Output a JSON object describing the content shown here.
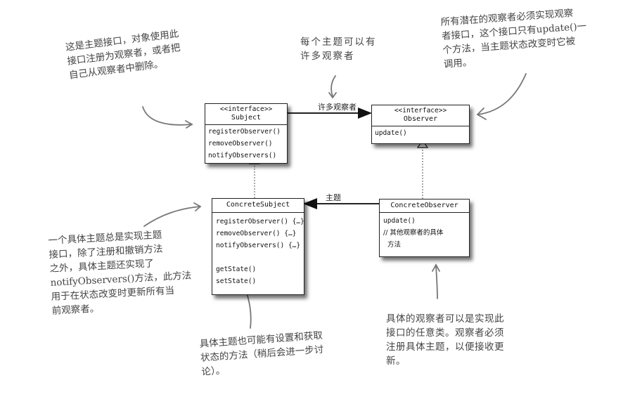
{
  "classes": {
    "subject": {
      "stereotype": "<<interface>>",
      "name": "Subject",
      "methods": [
        "registerObserver()",
        "removeObserver()",
        "notifyObservers()"
      ]
    },
    "observer": {
      "stereotype": "<<interface>>",
      "name": "Observer",
      "methods": [
        "update()"
      ]
    },
    "concrete_subject": {
      "name": "ConcreteSubject",
      "methods": [
        "registerObserver() {…}",
        "removeObserver() {…}",
        "notifyObservers() {…}",
        "getState()",
        "setState()"
      ]
    },
    "concrete_observer": {
      "name": "ConcreteObserver",
      "methods": [
        "update()",
        "// 其他观察者的具体",
        "  方法"
      ]
    }
  },
  "associations": {
    "observers_label": "许多观察者",
    "subject_label": "主题"
  },
  "notes": {
    "subject_interface": "这是主题接口，对象使用此\n接口注册为观察者，或者把\n自己从观察者中删除。",
    "many_observers": "每个主题可以有\n许多观察者",
    "observer_interface": "所有潜在的观察者必须实现观察\n者接口，这个接口只有update()一\n个方法，当主题状态改变时它被\n调用。",
    "concrete_subject": "一个具体主题总是实现主题\n接口，除了注册和撤销方法\n之外，具体主题还实现了\nnotifyObservers()方法，此方法\n用于在状态改变时更新所有当\n前观察者。",
    "state_methods": "具体主题也可能有设置和获取\n状态的方法（稍后会进一步讨\n论）。",
    "concrete_observer": "具体的观察者可以是实现此\n接口的任意类。观察者必须\n注册具体主题，以便接收更\n新。"
  },
  "colors": {
    "arrow": "#777777",
    "line": "#222222"
  }
}
